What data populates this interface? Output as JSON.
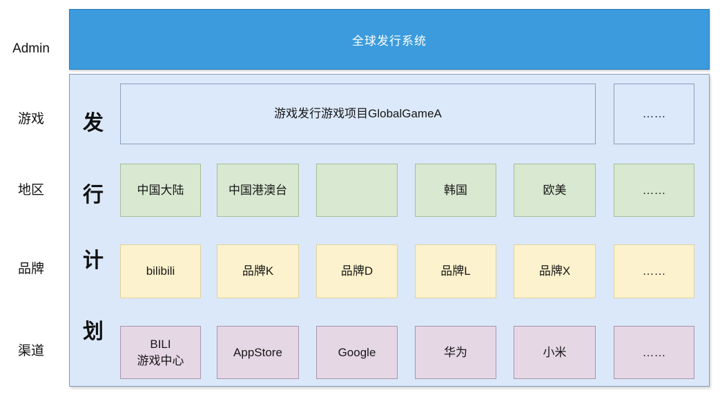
{
  "header": {
    "title": "全球发行系统",
    "fill": "#3b9bdd",
    "border": "#2d7cb5",
    "text_color": "#ffffff"
  },
  "container": {
    "fill": "#dbe8fa",
    "border": "#8496b5"
  },
  "side_labels": [
    {
      "id": "admin",
      "label": "Admin"
    },
    {
      "id": "game",
      "label": "游戏"
    },
    {
      "id": "region",
      "label": "地区"
    },
    {
      "id": "brand",
      "label": "品牌"
    },
    {
      "id": "channel",
      "label": "渠道"
    }
  ],
  "vertical_title": {
    "chars": [
      "发",
      "行",
      "计",
      "划"
    ]
  },
  "palette": {
    "blue": {
      "fill": "#dce9fa",
      "border": "#8b9cbd"
    },
    "green": {
      "fill": "#d9e8d1",
      "border": "#a2bd96"
    },
    "yellow": {
      "fill": "#fcf2cd",
      "border": "#e2d09c"
    },
    "pink": {
      "fill": "#e6d7e5",
      "border": "#a794ab"
    }
  },
  "rows": [
    {
      "id": "game-row",
      "style": "blue",
      "boxes": [
        {
          "label": "游戏发行游戏项目GlobalGameA",
          "col": 0,
          "span": 5
        },
        {
          "label": "……",
          "col": 5,
          "span": 1
        }
      ]
    },
    {
      "id": "region-row",
      "style": "green",
      "boxes": [
        {
          "label": "中国大陆",
          "col": 0,
          "span": 1
        },
        {
          "label": "中国港澳台",
          "col": 1,
          "span": 1
        },
        {
          "label": "",
          "col": 2,
          "span": 1
        },
        {
          "label": "韩国",
          "col": 3,
          "span": 1
        },
        {
          "label": "欧美",
          "col": 4,
          "span": 1
        },
        {
          "label": "……",
          "col": 5,
          "span": 1
        }
      ]
    },
    {
      "id": "brand-row",
      "style": "yellow",
      "boxes": [
        {
          "label": "bilibili",
          "col": 0,
          "span": 1
        },
        {
          "label": "品牌K",
          "col": 1,
          "span": 1
        },
        {
          "label": "品牌D",
          "col": 2,
          "span": 1
        },
        {
          "label": "品牌L",
          "col": 3,
          "span": 1
        },
        {
          "label": "品牌X",
          "col": 4,
          "span": 1
        },
        {
          "label": "……",
          "col": 5,
          "span": 1
        }
      ]
    },
    {
      "id": "channel-row",
      "style": "pink",
      "boxes": [
        {
          "label": "BILI\n游戏中心",
          "col": 0,
          "span": 1
        },
        {
          "label": "AppStore",
          "col": 1,
          "span": 1
        },
        {
          "label": "Google",
          "col": 2,
          "span": 1
        },
        {
          "label": "华为",
          "col": 3,
          "span": 1
        },
        {
          "label": "小米",
          "col": 4,
          "span": 1
        },
        {
          "label": "……",
          "col": 5,
          "span": 1
        }
      ]
    }
  ]
}
